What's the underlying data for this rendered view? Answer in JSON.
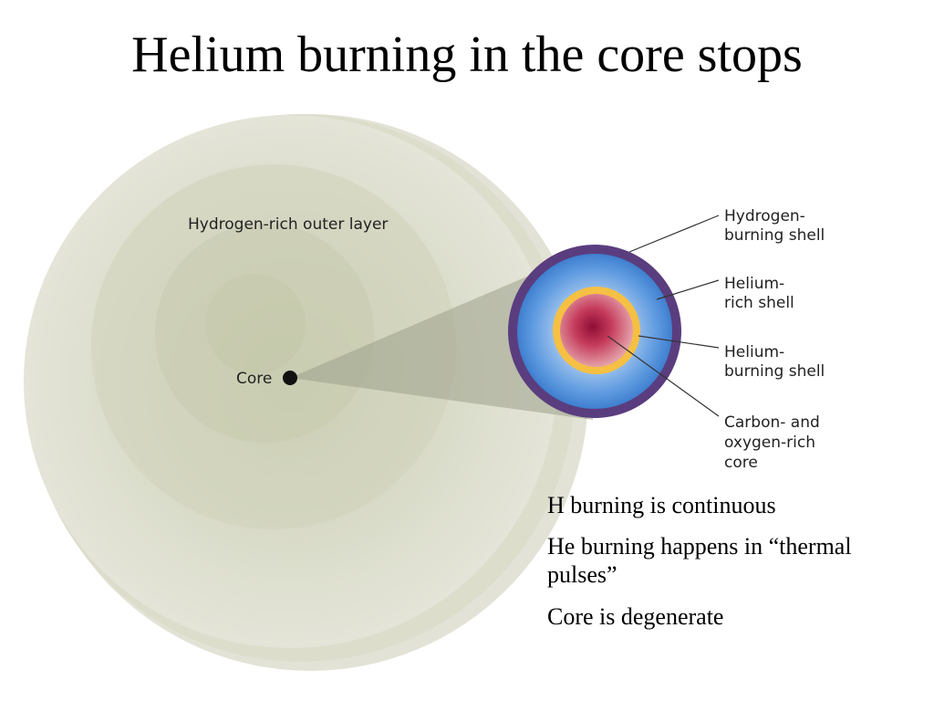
{
  "slide": {
    "title": "Helium burning in the core stops"
  },
  "diagram": {
    "outer_layer_label": "Hydrogen-rich outer layer",
    "core_label": "Core",
    "callouts": {
      "hydrogen_shell": [
        "Hydrogen-",
        "burning shell"
      ],
      "helium_rich_shell": [
        "Helium-",
        "rich shell"
      ],
      "helium_burning_shell": [
        "Helium-",
        "burning shell"
      ],
      "co_core": [
        "Carbon- and",
        "oxygen-rich",
        "core"
      ]
    },
    "colors": {
      "outer_layer": "#d6d8c3",
      "hydrogen_shell": "#5a3d7e",
      "helium_rich_shell": "#4f8fd6",
      "helium_burning_shell": "#f5c043",
      "co_core": "#b92a4e"
    }
  },
  "notes": {
    "h_burning": "H burning is continuous",
    "he_burning": "He burning happens in “thermal pulses”",
    "core_state": "Core is degenerate"
  }
}
